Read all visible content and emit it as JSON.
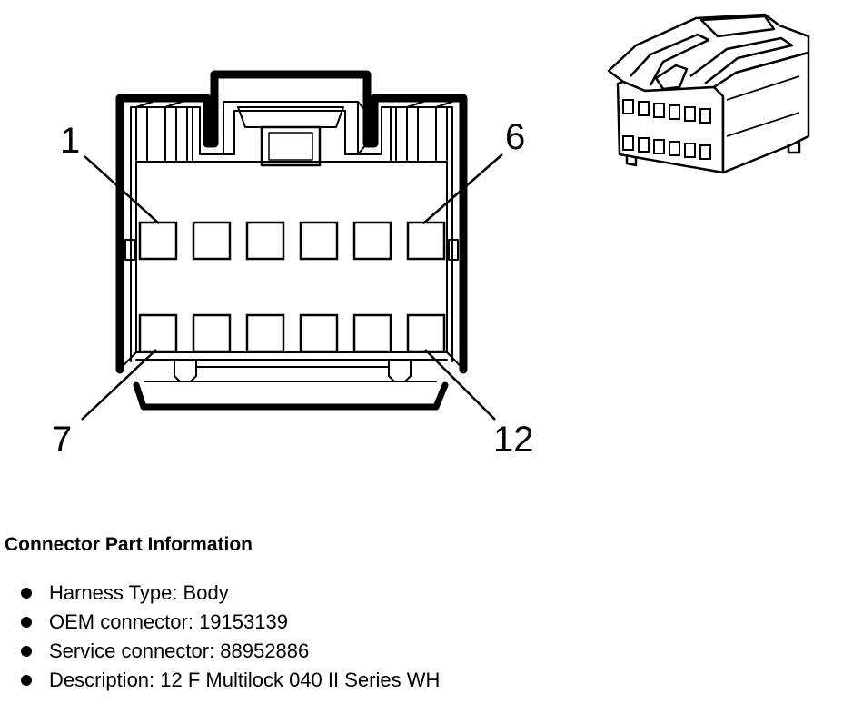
{
  "diagram": {
    "pin_labels": {
      "top_left": "1",
      "top_right": "6",
      "bottom_left": "7",
      "bottom_right": "12"
    },
    "cavity_rows": 2,
    "cavities_per_row": 6
  },
  "info": {
    "title": "Connector Part Information",
    "items": [
      {
        "label": "Harness Type: Body"
      },
      {
        "label": "OEM connector: 19153139"
      },
      {
        "label": "Service connector: 88952886"
      },
      {
        "label": "Description: 12 F Multilock 040 II Series WH"
      }
    ]
  }
}
